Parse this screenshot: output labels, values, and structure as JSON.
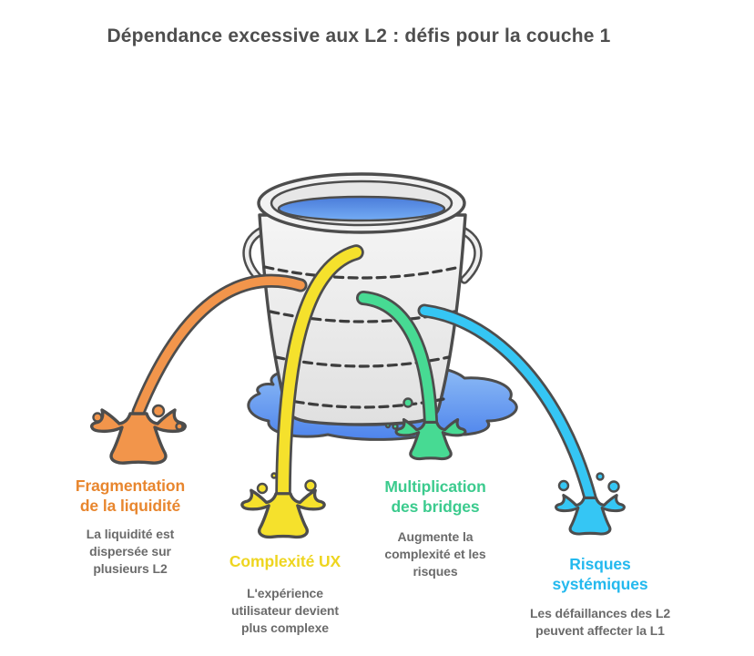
{
  "title": "Dépendance excessive aux L2 : défis pour la couche 1",
  "outline_color": "#4D4D4D",
  "bucket": {
    "body_top": "#F5F5F5",
    "body_bottom": "#E0E0E0",
    "water_top": "#4A7BD9",
    "water_bottom": "#74ADF5",
    "puddle_top": "#8FBDF6",
    "puddle_bottom": "#4E84EC"
  },
  "challenges": [
    {
      "id": "fragmentation-liquidite",
      "color": "#E8862E",
      "fill": "#F2954B",
      "title": "Fragmentation de la liquidité",
      "title_lines": [
        "Fragmentation",
        "de la liquidité"
      ],
      "description": "La liquidité est dispersée sur plusieurs L2",
      "description_lines": [
        "La liquidité est",
        "dispersée sur",
        "plusieurs L2"
      ]
    },
    {
      "id": "complexite-ux",
      "color": "#EED51F",
      "fill": "#F5E12C",
      "title": "Complexité UX",
      "title_lines": [
        "Complexité UX"
      ],
      "description": "L'expérience utilisateur devient plus complexe",
      "description_lines": [
        "L'expérience",
        "utilisateur devient",
        "plus complexe"
      ]
    },
    {
      "id": "multiplication-bridges",
      "color": "#3CCB8E",
      "fill": "#47DA93",
      "title": "Multiplication des bridges",
      "title_lines": [
        "Multiplication",
        "des bridges"
      ],
      "description": "Augmente la complexité et les risques",
      "description_lines": [
        "Augmente la",
        "complexité et les",
        "risques"
      ]
    },
    {
      "id": "risques-systemiques",
      "color": "#24B9EE",
      "fill": "#35C6F4",
      "title": "Risques systémiques",
      "title_lines": [
        "Risques",
        "systémiques"
      ],
      "description": "Les défaillances des L2 peuvent affecter la L1",
      "description_lines": [
        "Les défaillances des L2",
        "peuvent affecter la L1"
      ]
    }
  ]
}
